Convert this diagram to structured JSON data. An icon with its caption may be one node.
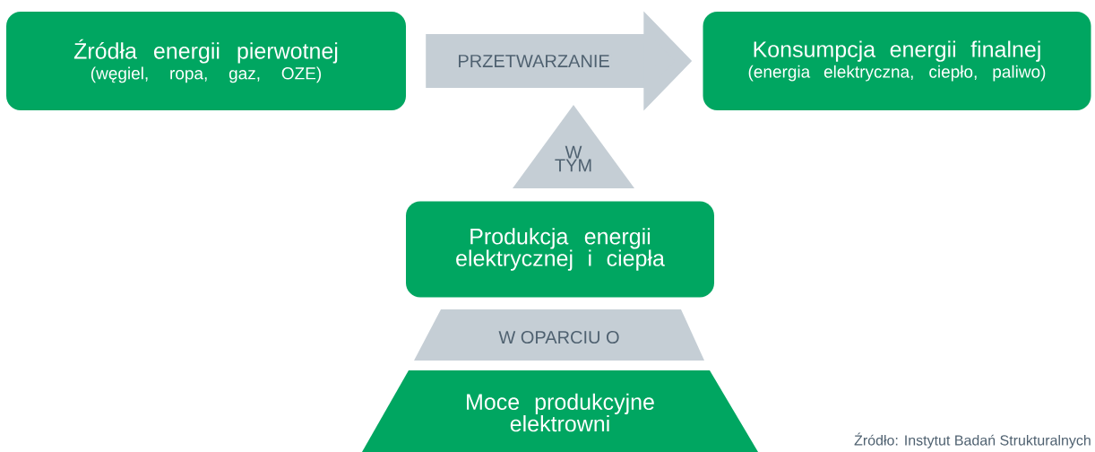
{
  "diagram": {
    "nodes": [
      {
        "text": [
          "Źródła energii pierwotnej",
          "(węgiel, ropa, gaz, OZE)"
        ]
      },
      {
        "text": [
          "Konsumpcja energii finalnej",
          "(energia elektryczna, ciepło, paliwo)"
        ]
      },
      {
        "text": [
          "W TYM"
        ]
      },
      {
        "text": [
          "Produkcja energii elektrycznej i ciepła"
        ]
      },
      {
        "text": [
          "W OPARCIU O"
        ]
      },
      {
        "text": [
          "Moce produkcyjne elektrowni"
        ]
      }
    ],
    "edges": [
      {
        "from": 0,
        "to": 1,
        "arrow": "to",
        "label": "PRZETWARZANIE"
      }
    ],
    "labels": [
      "Źródło: Instytut Badań Strukturalnych"
    ]
  }
}
